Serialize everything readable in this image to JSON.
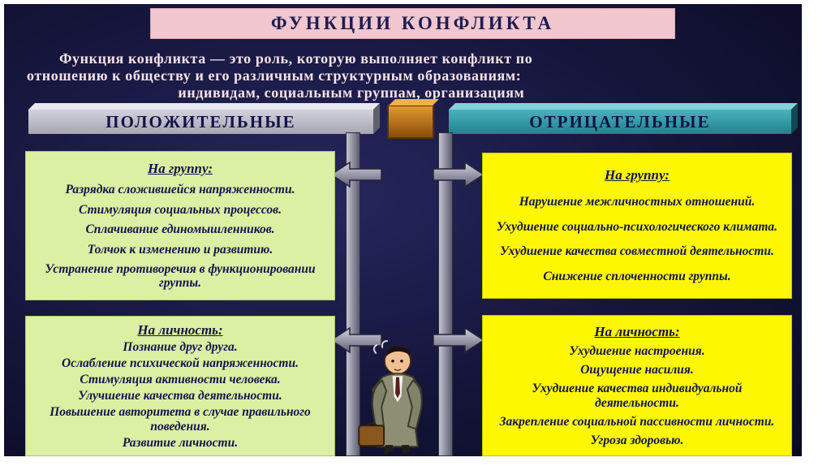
{
  "slide": {
    "title": "ФУНКЦИИ КОНФЛИКТА",
    "definition": {
      "lead": "Функция конфликта",
      "line1_rest": " — это роль, которую выполняет конфликт по",
      "line2": "отношению к обществу и его различным структурным образованиям:",
      "line3": "индивидам, социальным группам, организациям"
    }
  },
  "columns": {
    "positive": {
      "header": "ПОЛОЖИТЕЛЬНЫЕ",
      "groups": [
        {
          "title": "На группу:",
          "items": [
            "Разрядка сложившейся напряженности.",
            "Стимуляция социальных процессов.",
            "Сплачивание единомышленников.",
            "Толчок к изменению и развитию.",
            "Устранение противоречия в функционировании группы."
          ]
        },
        {
          "title": "На личность:",
          "items": [
            "Познание друг друга.",
            "Ослабление психической напряженности.",
            "Стимуляция активности человека.",
            "Улучшение качества деятельности.",
            "Повышение авторитета в случае правильного поведения.",
            "Развитие личности."
          ]
        }
      ]
    },
    "negative": {
      "header": "ОТРИЦАТЕЛЬНЫЕ",
      "groups": [
        {
          "title": "На группу:",
          "items": [
            "Нарушение межличностных отношений.",
            "Ухудшение социально-психологического климата.",
            "Ухудшение качества совместной деятельности.",
            "Снижение сплоченности группы."
          ]
        },
        {
          "title": "На личность:",
          "items": [
            "Ухудшение настроения.",
            "Ощущение насилия.",
            "Ухудшение качества индивидуальной деятельности.",
            "Закрепление социальной пассивности личности.",
            "Угроза здоровью."
          ]
        }
      ]
    }
  },
  "figures": {
    "center_character": "confused-businessman"
  },
  "colors": {
    "background_navy": "#17173f",
    "title_bg": "#f2c6ce",
    "positive_box": "#daf0a2",
    "negative_box": "#fdf701",
    "positive_header": "#b6b6c4",
    "negative_header": "#2f9fa6",
    "connector_orange": "#c87a1e",
    "text_dark": "#13134a",
    "definition_text": "#f6e2e8"
  }
}
